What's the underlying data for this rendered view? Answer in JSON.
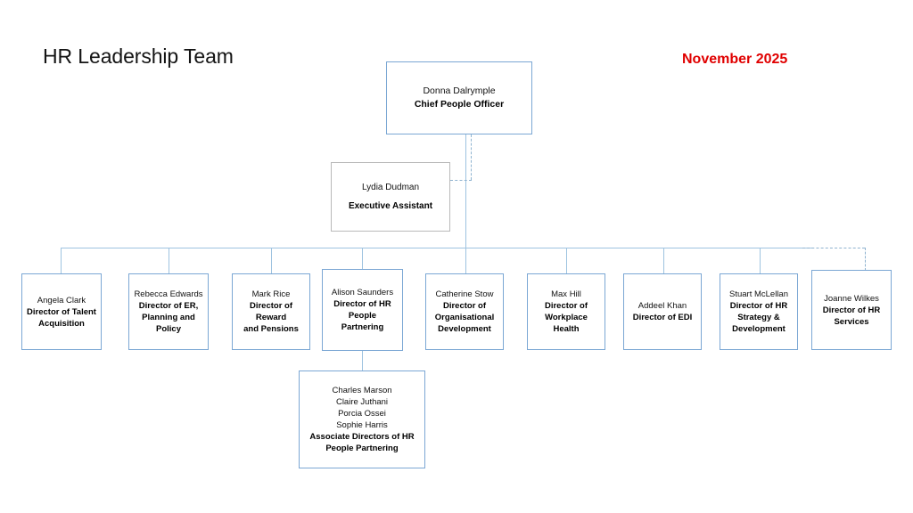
{
  "slide": {
    "title": "HR Leadership Team",
    "date": "November 2025",
    "accent_color": "#7ba7d4",
    "date_color": "#e00000",
    "connector_color": "#9ec3e0"
  },
  "chart_data": {
    "type": "org-chart",
    "title": "HR Leadership Team",
    "subtitle": "November 2025",
    "levels": [
      {
        "level": 0,
        "nodes": [
          {
            "name": "Donna Dalrymple",
            "title": "Chief People Officer"
          }
        ]
      },
      {
        "level": 1,
        "nodes": [
          {
            "name": "Lydia Dudman",
            "title": "Executive Assistant",
            "relation": "dotted"
          }
        ]
      },
      {
        "level": 2,
        "nodes": [
          {
            "name": "Angela Clark",
            "title": "Director of Talent Acquisition"
          },
          {
            "name": "Rebecca Edwards",
            "title": "Director of ER, Planning and Policy"
          },
          {
            "name": "Mark Rice",
            "title": "Director of Reward and Pensions"
          },
          {
            "name": "Alison Saunders",
            "title": "Director of HR People Partnering"
          },
          {
            "name": "Catherine Stow",
            "title": "Director of Organisational Development"
          },
          {
            "name": "Max Hill",
            "title": "Director of Workplace Health"
          },
          {
            "name": "Addeel Khan",
            "title": "Director of EDI"
          },
          {
            "name": "Stuart McLellan",
            "title": "Director of HR Strategy & Development"
          },
          {
            "name": "Joanne Wilkes",
            "title": "Director of HR Services",
            "relation": "dotted"
          }
        ]
      },
      {
        "level": 3,
        "nodes": [
          {
            "name": "Charles Marson\nClaire Juthani\nPorcia Ossei\nSophie Harris",
            "title": "Associate Directors of HR People Partnering",
            "parent": "Alison Saunders"
          }
        ]
      }
    ]
  },
  "ceo": {
    "name": "Donna Dalrymple",
    "title": "Chief People Officer"
  },
  "assistant": {
    "name": "Lydia Dudman",
    "title": "Executive Assistant"
  },
  "directors": [
    {
      "name": "Angela Clark",
      "title_line1": "Director of Talent",
      "title_line2": "Acquisition"
    },
    {
      "name": "Rebecca Edwards",
      "title_line1": "Director of ER,",
      "title_line2": "Planning and",
      "title_line3": "Policy"
    },
    {
      "name": "Mark Rice",
      "title_line1": "Director of",
      "title_line2": "Reward",
      "title_line3": "and Pensions"
    },
    {
      "name": "Alison Saunders",
      "title_line1": "Director of HR",
      "title_line2": "People Partnering"
    },
    {
      "name": "Catherine Stow",
      "title_line1": "Director of",
      "title_line2": "Organisational",
      "title_line3": "Development"
    },
    {
      "name": "Max Hill",
      "title_line1": "Director of",
      "title_line2": "Workplace",
      "title_line3": "Health"
    },
    {
      "name": "Addeel Khan",
      "title_line1": "Director of EDI"
    },
    {
      "name": "Stuart McLellan",
      "title_line1": "Director of HR",
      "title_line2": "Strategy &",
      "title_line3": "Development"
    },
    {
      "name": "Joanne Wilkes",
      "title_line1": "Director of HR",
      "title_line2": "Services"
    }
  ],
  "associates": {
    "name1": "Charles Marson",
    "name2": "Claire Juthani",
    "name3": "Porcia Ossei",
    "name4": "Sophie Harris",
    "title_line1": "Associate Directors of HR",
    "title_line2": "People Partnering"
  }
}
